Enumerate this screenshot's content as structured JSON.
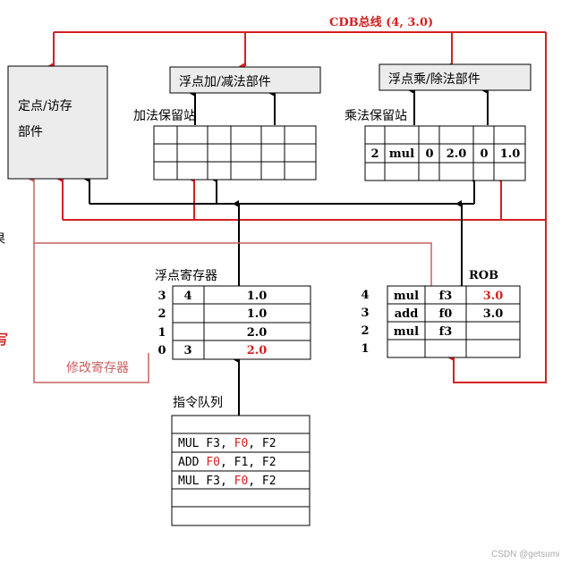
{
  "colors": {
    "bus_red": "#d42020",
    "unit_fill": "#ececec",
    "line_black": "#000000",
    "modify_line": "#c86060"
  },
  "cdb_label": "CDB总线 (4, 3.0)",
  "left_unit": {
    "line1": "定点/访存",
    "line2": "部件"
  },
  "fp_add_unit": "浮点加/减法部件",
  "fp_mul_unit": "浮点乘/除法部件",
  "add_station_label": "加法保留站",
  "mul_station_label": "乘法保留站",
  "mul_station_row": [
    "2",
    "mul",
    "0",
    "2.0",
    "0",
    "1.0"
  ],
  "fp_regs": {
    "label": "浮点寄存器",
    "rows": [
      {
        "num": "3",
        "tag": "4",
        "value": "1.0"
      },
      {
        "num": "2",
        "tag": "",
        "value": "1.0"
      },
      {
        "num": "1",
        "tag": "",
        "value": "2.0"
      },
      {
        "num": "0",
        "tag": "3",
        "value": "2.0"
      }
    ]
  },
  "rob": {
    "label": "ROB",
    "rows": [
      {
        "num": "4",
        "op": "mul",
        "dest": "f3",
        "value": "3.0"
      },
      {
        "num": "3",
        "op": "add",
        "dest": "f0",
        "value": "3.0"
      },
      {
        "num": "2",
        "op": "mul",
        "dest": "f3",
        "value": ""
      },
      {
        "num": "1",
        "op": "",
        "dest": "",
        "value": ""
      }
    ]
  },
  "modify_reg_label": "修改寄存器",
  "instr_queue": {
    "label": "指令队列",
    "instrs": [
      {
        "a": "MUL F3, ",
        "b": "F0",
        "c": ", F2"
      },
      {
        "a": "ADD ",
        "b": "F0",
        "c": ", F1, F2"
      },
      {
        "a": "MUL F3, ",
        "b": "F0",
        "c": ", F2"
      }
    ]
  },
  "edge_text": {
    "left_top": "果",
    "left_bottom": "写"
  },
  "watermark": "CSDN @getsumi"
}
